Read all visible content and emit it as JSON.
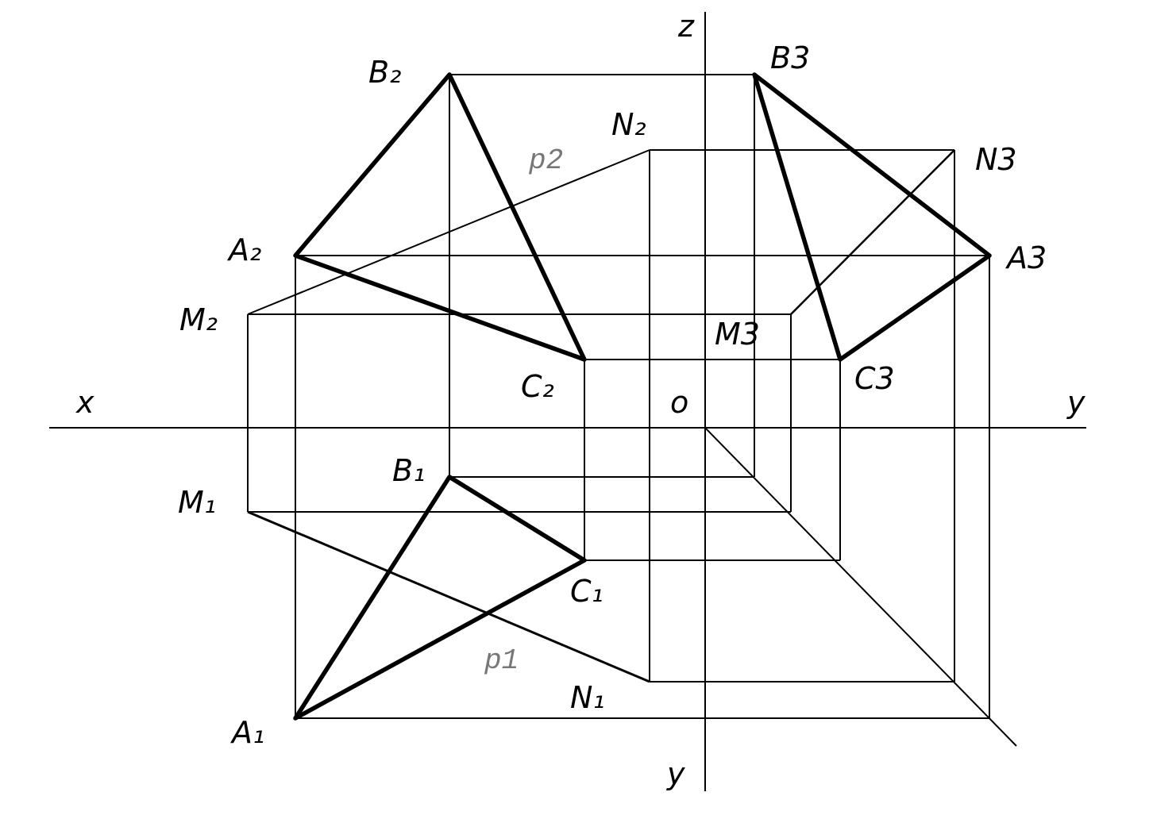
{
  "axes": {
    "x": "x",
    "z": "z",
    "y_right": "y",
    "y_bottom": "y",
    "origin": "o"
  },
  "points": {
    "A2": "A₂",
    "B2": "B₂",
    "C2": "C₂",
    "M2": "M₂",
    "N2": "N₂",
    "A1": "A₁",
    "B1": "B₁",
    "C1": "C₁",
    "M1": "M₁",
    "N1": "N₁",
    "A3": "A3",
    "B3": "B3",
    "C3": "C3",
    "M3": "M3",
    "N3": "N3"
  },
  "traces": {
    "p2": "p2",
    "p1": "p1"
  }
}
